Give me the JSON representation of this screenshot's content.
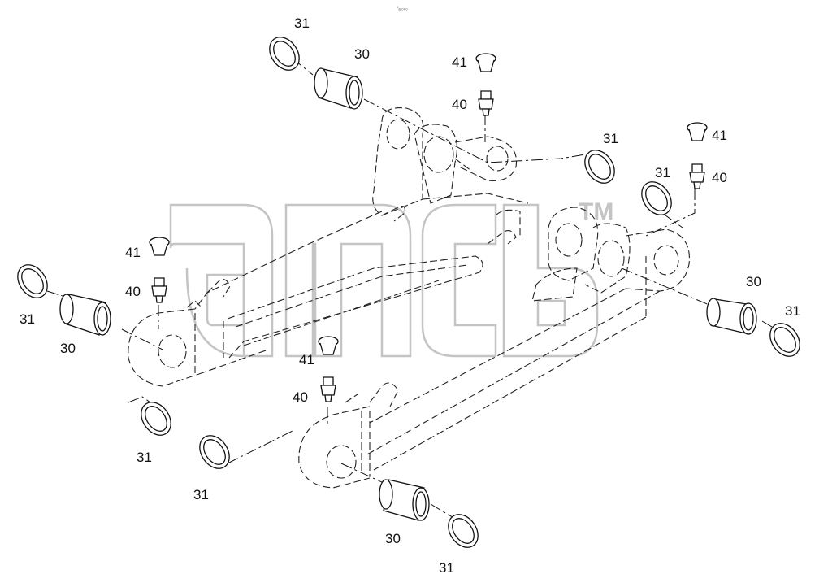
{
  "header_code": "⁰ₐ ₀₀₀",
  "watermark": {
    "text": "aмcb",
    "tm": "TM",
    "color": "#c4c4c4"
  },
  "callouts": [
    {
      "id": "c1",
      "text": "31"
    },
    {
      "id": "c2",
      "text": "30"
    },
    {
      "id": "c3",
      "text": "41"
    },
    {
      "id": "c4",
      "text": "40"
    },
    {
      "id": "c5",
      "text": "31"
    },
    {
      "id": "c6",
      "text": "41"
    },
    {
      "id": "c7",
      "text": "40"
    },
    {
      "id": "c8",
      "text": "31"
    },
    {
      "id": "c9",
      "text": "41"
    },
    {
      "id": "c10",
      "text": "40"
    },
    {
      "id": "c11",
      "text": "30"
    },
    {
      "id": "c12",
      "text": "31"
    },
    {
      "id": "c13",
      "text": "31"
    },
    {
      "id": "c14",
      "text": "30"
    },
    {
      "id": "c15",
      "text": "41"
    },
    {
      "id": "c16",
      "text": "40"
    },
    {
      "id": "c17",
      "text": "31"
    },
    {
      "id": "c18",
      "text": "31"
    },
    {
      "id": "c19",
      "text": "30"
    },
    {
      "id": "c20",
      "text": "31"
    }
  ]
}
